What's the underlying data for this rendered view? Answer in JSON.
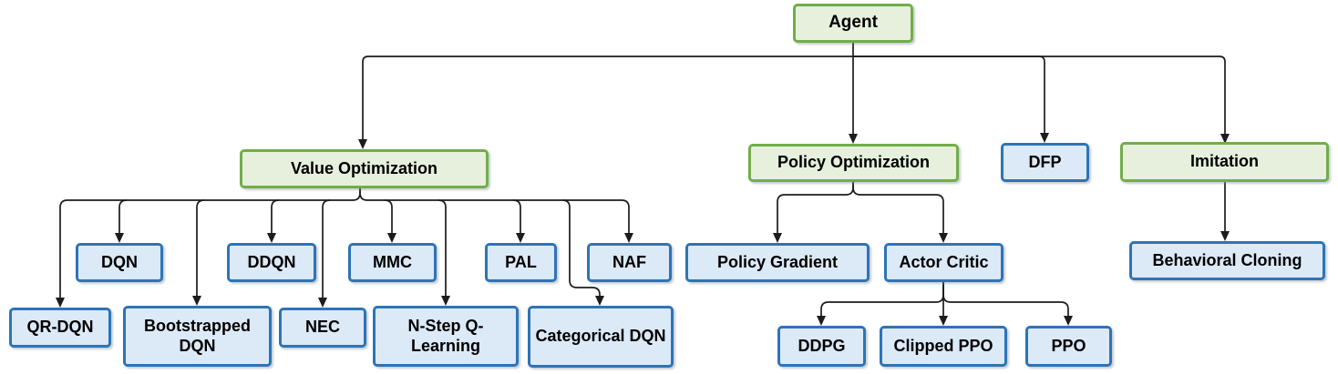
{
  "diagram": {
    "palette": {
      "category_fill": "#e6f0dc",
      "category_border": "#72ad4a",
      "algorithm_fill": "#dce9f7",
      "algorithm_border": "#2d74b7",
      "connector": "#1c1c1c",
      "text": "#000000"
    },
    "nodes": {
      "agent": {
        "label": "Agent",
        "type": "category"
      },
      "value_optimization": {
        "label": "Value Optimization",
        "type": "category"
      },
      "policy_optimization": {
        "label": "Policy Optimization",
        "type": "category"
      },
      "dfp": {
        "label": "DFP",
        "type": "algorithm"
      },
      "imitation": {
        "label": "Imitation",
        "type": "category"
      },
      "dqn": {
        "label": "DQN",
        "type": "algorithm"
      },
      "ddqn": {
        "label": "DDQN",
        "type": "algorithm"
      },
      "mmc": {
        "label": "MMC",
        "type": "algorithm"
      },
      "pal": {
        "label": "PAL",
        "type": "algorithm"
      },
      "naf": {
        "label": "NAF",
        "type": "algorithm"
      },
      "qr_dqn": {
        "label": "QR-DQN",
        "type": "algorithm"
      },
      "bootstrapped_dqn": {
        "label": "Bootstrapped DQN",
        "type": "algorithm"
      },
      "nec": {
        "label": "NEC",
        "type": "algorithm"
      },
      "n_step_q_learning": {
        "label": "N-Step Q-Learning",
        "type": "algorithm"
      },
      "categorical_dqn": {
        "label": "Categorical DQN",
        "type": "algorithm"
      },
      "policy_gradient": {
        "label": "Policy Gradient",
        "type": "algorithm"
      },
      "actor_critic": {
        "label": "Actor Critic",
        "type": "algorithm"
      },
      "behavioral_cloning": {
        "label": "Behavioral Cloning",
        "type": "algorithm"
      },
      "ddpg": {
        "label": "DDPG",
        "type": "algorithm"
      },
      "clipped_ppo": {
        "label": "Clipped PPO",
        "type": "algorithm"
      },
      "ppo": {
        "label": "PPO",
        "type": "algorithm"
      }
    },
    "edges": [
      {
        "from": "agent",
        "to": "value_optimization"
      },
      {
        "from": "agent",
        "to": "policy_optimization"
      },
      {
        "from": "agent",
        "to": "dfp"
      },
      {
        "from": "agent",
        "to": "imitation"
      },
      {
        "from": "value_optimization",
        "to": "qr_dqn"
      },
      {
        "from": "value_optimization",
        "to": "dqn"
      },
      {
        "from": "value_optimization",
        "to": "bootstrapped_dqn"
      },
      {
        "from": "value_optimization",
        "to": "ddqn"
      },
      {
        "from": "value_optimization",
        "to": "nec"
      },
      {
        "from": "value_optimization",
        "to": "mmc"
      },
      {
        "from": "value_optimization",
        "to": "n_step_q_learning"
      },
      {
        "from": "value_optimization",
        "to": "pal"
      },
      {
        "from": "value_optimization",
        "to": "categorical_dqn"
      },
      {
        "from": "value_optimization",
        "to": "naf"
      },
      {
        "from": "policy_optimization",
        "to": "policy_gradient"
      },
      {
        "from": "policy_optimization",
        "to": "actor_critic"
      },
      {
        "from": "actor_critic",
        "to": "ddpg"
      },
      {
        "from": "actor_critic",
        "to": "clipped_ppo"
      },
      {
        "from": "actor_critic",
        "to": "ppo"
      },
      {
        "from": "imitation",
        "to": "behavioral_cloning"
      }
    ]
  }
}
